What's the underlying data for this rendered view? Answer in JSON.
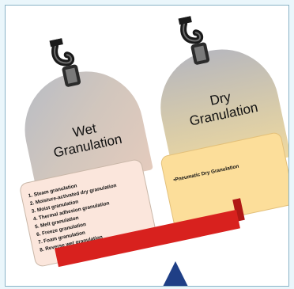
{
  "wet": {
    "title": "Wet\nGranulation",
    "items": [
      "1. Steam granulation",
      "2. Moisture-activated dry granulation",
      "3. Moist granulation",
      "4. Thermal adhesion granulation",
      "5. Melt granulation",
      "6. Freeze granulation",
      "7. Foam granulation",
      "8. Reverse wet granulation"
    ]
  },
  "dry": {
    "title": "Dry\nGranulation",
    "items": [
      "•Pneumatic Dry Granulation"
    ]
  },
  "colors": {
    "beam": "#d8211e",
    "fulcrum": "#1f3f86",
    "wet_panel": "#fbe6dc",
    "dry_panel": "#fcde9a"
  }
}
